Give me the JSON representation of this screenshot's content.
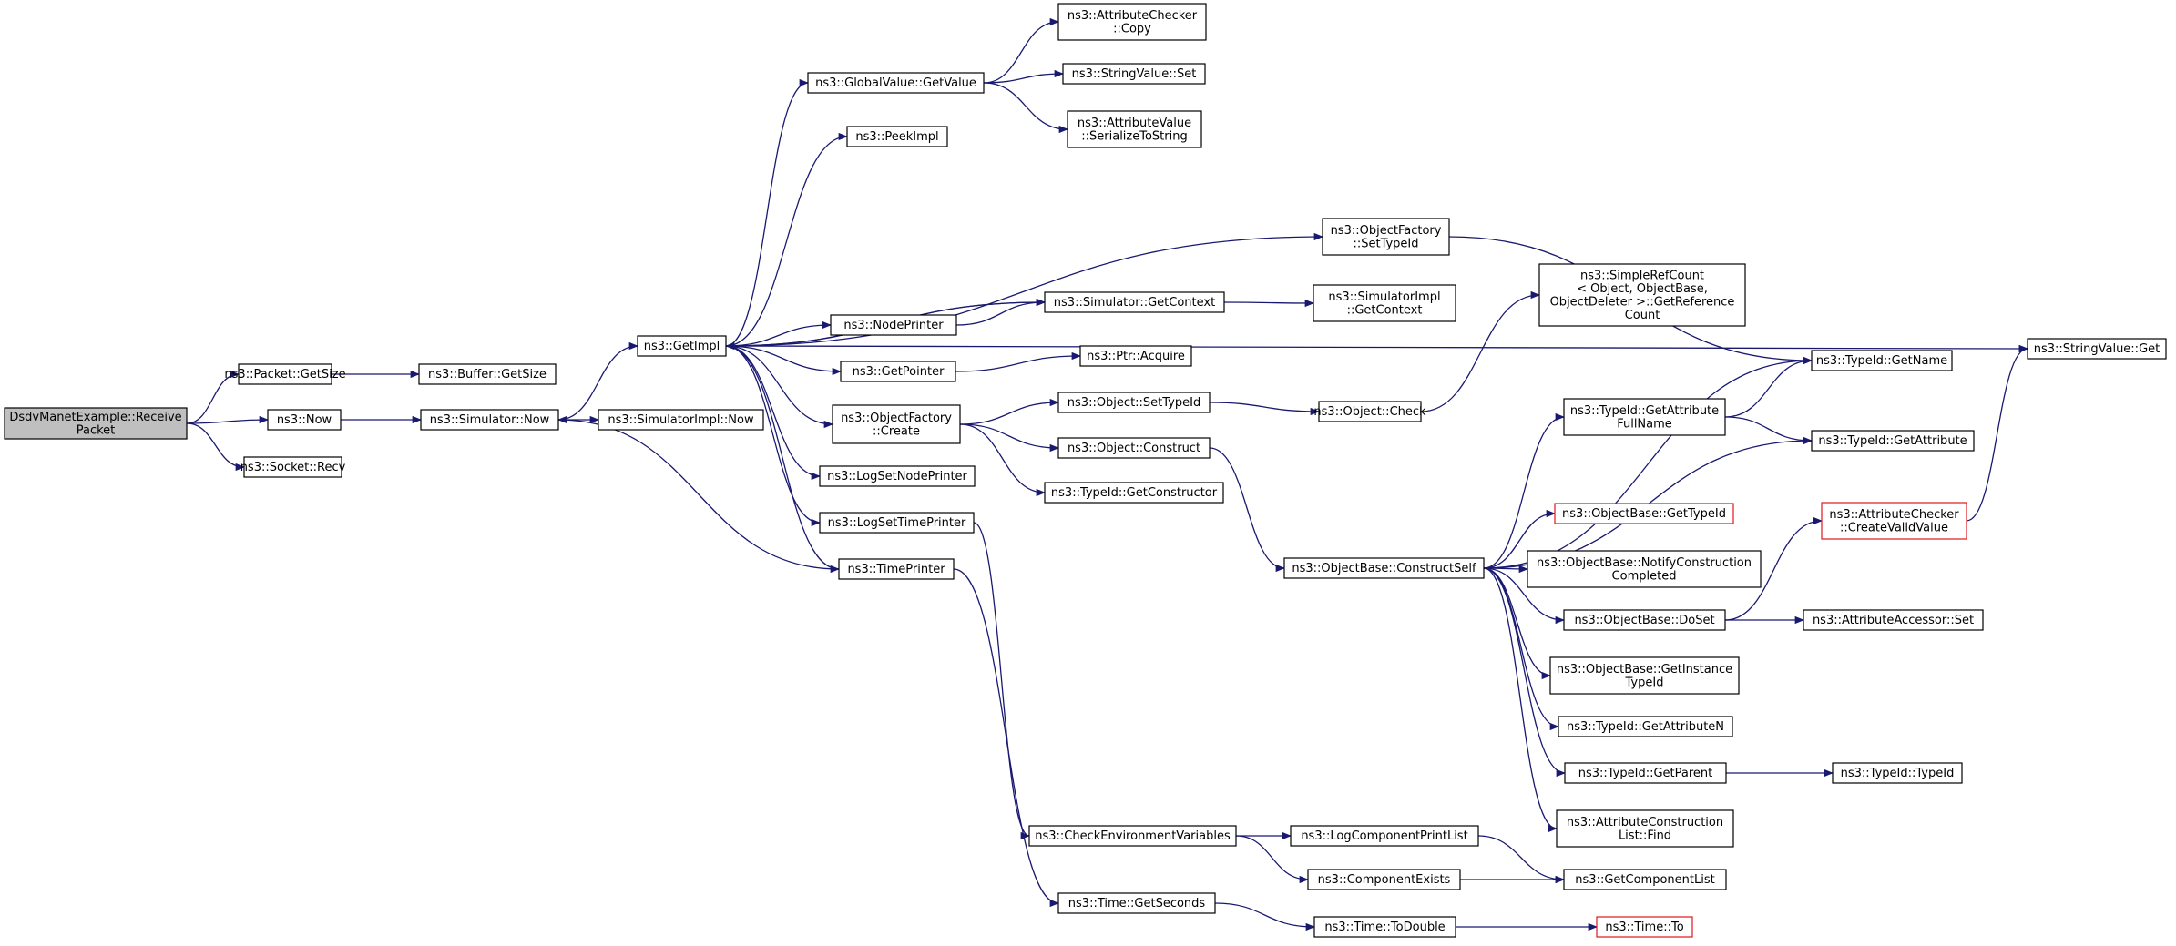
{
  "colors": {
    "edge": "#191970",
    "node_border": "#000000",
    "root_fill": "#bfbfbf",
    "truncated_border": "#e0161c"
  },
  "nodes": [
    {
      "id": "root",
      "lines": [
        "DsdvManetExample::Receive",
        "Packet"
      ],
      "kind": "root"
    },
    {
      "id": "pkt_getsize",
      "lines": [
        "ns3::Packet::GetSize"
      ]
    },
    {
      "id": "buf_getsize",
      "lines": [
        "ns3::Buffer::GetSize"
      ]
    },
    {
      "id": "now",
      "lines": [
        "ns3::Now"
      ]
    },
    {
      "id": "sim_now",
      "lines": [
        "ns3::Simulator::Now"
      ]
    },
    {
      "id": "simimpl_now",
      "lines": [
        "ns3::SimulatorImpl::Now"
      ]
    },
    {
      "id": "sock_recv",
      "lines": [
        "ns3::Socket::Recv"
      ]
    },
    {
      "id": "getimpl",
      "lines": [
        "ns3::GetImpl"
      ]
    },
    {
      "id": "gv_getvalue",
      "lines": [
        "ns3::GlobalValue::GetValue"
      ]
    },
    {
      "id": "ac_copy",
      "lines": [
        "ns3::AttributeChecker",
        "::Copy"
      ]
    },
    {
      "id": "sv_set",
      "lines": [
        "ns3::StringValue::Set"
      ]
    },
    {
      "id": "av_ser",
      "lines": [
        "ns3::AttributeValue",
        "::SerializeToString"
      ]
    },
    {
      "id": "peekimpl",
      "lines": [
        "ns3::PeekImpl"
      ]
    },
    {
      "id": "of_settypeid",
      "lines": [
        "ns3::ObjectFactory",
        "::SetTypeId"
      ]
    },
    {
      "id": "sim_getctx",
      "lines": [
        "ns3::Simulator::GetContext"
      ]
    },
    {
      "id": "simimpl_getctx",
      "lines": [
        "ns3::SimulatorImpl",
        "::GetContext"
      ]
    },
    {
      "id": "nodeprinter",
      "lines": [
        "ns3::NodePrinter"
      ]
    },
    {
      "id": "getpointer",
      "lines": [
        "ns3::GetPointer"
      ]
    },
    {
      "id": "ptr_acquire",
      "lines": [
        "ns3::Ptr::Acquire"
      ]
    },
    {
      "id": "of_create",
      "lines": [
        "ns3::ObjectFactory",
        "::Create"
      ]
    },
    {
      "id": "obj_settypeid",
      "lines": [
        "ns3::Object::SetTypeId"
      ]
    },
    {
      "id": "obj_construct",
      "lines": [
        "ns3::Object::Construct"
      ]
    },
    {
      "id": "tid_getctor",
      "lines": [
        "ns3::TypeId::GetConstructor"
      ]
    },
    {
      "id": "logsetnode",
      "lines": [
        "ns3::LogSetNodePrinter"
      ]
    },
    {
      "id": "logsettime",
      "lines": [
        "ns3::LogSetTimePrinter"
      ]
    },
    {
      "id": "timeprinter",
      "lines": [
        "ns3::TimePrinter"
      ]
    },
    {
      "id": "obj_check",
      "lines": [
        "ns3::Object::Check"
      ]
    },
    {
      "id": "srefcount",
      "lines": [
        "ns3::SimpleRefCount",
        "< Object, ObjectBase,",
        "ObjectDeleter >::GetReference",
        "Count"
      ]
    },
    {
      "id": "ob_constructself",
      "lines": [
        "ns3::ObjectBase::ConstructSelf"
      ]
    },
    {
      "id": "tid_getname",
      "lines": [
        "ns3::TypeId::GetName"
      ]
    },
    {
      "id": "tid_getattrfull",
      "lines": [
        "ns3::TypeId::GetAttribute",
        "FullName"
      ]
    },
    {
      "id": "tid_getattr",
      "lines": [
        "ns3::TypeId::GetAttribute"
      ]
    },
    {
      "id": "ob_gettypeid",
      "lines": [
        "ns3::ObjectBase::GetTypeId"
      ],
      "kind": "red"
    },
    {
      "id": "ob_notify",
      "lines": [
        "ns3::ObjectBase::NotifyConstruction",
        "Completed"
      ]
    },
    {
      "id": "ob_doset",
      "lines": [
        "ns3::ObjectBase::DoSet"
      ]
    },
    {
      "id": "ob_getinst",
      "lines": [
        "ns3::ObjectBase::GetInstance",
        "TypeId"
      ]
    },
    {
      "id": "tid_getattrn",
      "lines": [
        "ns3::TypeId::GetAttributeN"
      ]
    },
    {
      "id": "tid_getparent",
      "lines": [
        "ns3::TypeId::GetParent"
      ]
    },
    {
      "id": "acl_find",
      "lines": [
        "ns3::AttributeConstruction",
        "List::Find"
      ]
    },
    {
      "id": "sv_get",
      "lines": [
        "ns3::StringValue::Get"
      ]
    },
    {
      "id": "ac_createvalid",
      "lines": [
        "ns3::AttributeChecker",
        "::CreateValidValue"
      ],
      "kind": "red"
    },
    {
      "id": "aa_set",
      "lines": [
        "ns3::AttributeAccessor::Set"
      ]
    },
    {
      "id": "tid_typeid",
      "lines": [
        "ns3::TypeId::TypeId"
      ]
    },
    {
      "id": "checkenv",
      "lines": [
        "ns3::CheckEnvironmentVariables"
      ]
    },
    {
      "id": "logcomplist",
      "lines": [
        "ns3::LogComponentPrintList"
      ]
    },
    {
      "id": "compexists",
      "lines": [
        "ns3::ComponentExists"
      ]
    },
    {
      "id": "getcomplist",
      "lines": [
        "ns3::GetComponentList"
      ]
    },
    {
      "id": "time_getsec",
      "lines": [
        "ns3::Time::GetSeconds"
      ]
    },
    {
      "id": "time_todouble",
      "lines": [
        "ns3::Time::ToDouble"
      ]
    },
    {
      "id": "time_to",
      "lines": [
        "ns3::Time::To"
      ],
      "kind": "red"
    }
  ],
  "edges": [
    [
      "root",
      "pkt_getsize"
    ],
    [
      "root",
      "now"
    ],
    [
      "root",
      "sock_recv"
    ],
    [
      "pkt_getsize",
      "buf_getsize"
    ],
    [
      "now",
      "sim_now"
    ],
    [
      "sim_now",
      "getimpl"
    ],
    [
      "sim_now",
      "simimpl_now"
    ],
    [
      "getimpl",
      "gv_getvalue"
    ],
    [
      "getimpl",
      "peekimpl"
    ],
    [
      "getimpl",
      "sv_get"
    ],
    [
      "getimpl",
      "of_settypeid"
    ],
    [
      "getimpl",
      "sim_getctx"
    ],
    [
      "getimpl",
      "nodeprinter"
    ],
    [
      "getimpl",
      "getpointer"
    ],
    [
      "getimpl",
      "of_create"
    ],
    [
      "getimpl",
      "logsetnode"
    ],
    [
      "getimpl",
      "logsettime"
    ],
    [
      "getimpl",
      "timeprinter"
    ],
    [
      "gv_getvalue",
      "ac_copy"
    ],
    [
      "gv_getvalue",
      "sv_set"
    ],
    [
      "gv_getvalue",
      "av_ser"
    ],
    [
      "of_settypeid",
      "tid_getname"
    ],
    [
      "sim_getctx",
      "getimpl"
    ],
    [
      "sim_getctx",
      "simimpl_getctx"
    ],
    [
      "nodeprinter",
      "sim_getctx"
    ],
    [
      "getpointer",
      "ptr_acquire"
    ],
    [
      "of_create",
      "obj_settypeid"
    ],
    [
      "of_create",
      "obj_construct"
    ],
    [
      "of_create",
      "tid_getctor"
    ],
    [
      "obj_settypeid",
      "obj_check"
    ],
    [
      "obj_check",
      "srefcount"
    ],
    [
      "obj_construct",
      "ob_constructself"
    ],
    [
      "logsettime",
      "checkenv"
    ],
    [
      "timeprinter",
      "sim_now"
    ],
    [
      "timeprinter",
      "time_getsec"
    ],
    [
      "ob_constructself",
      "tid_getname"
    ],
    [
      "ob_constructself",
      "tid_getattrfull"
    ],
    [
      "ob_constructself",
      "tid_getattr"
    ],
    [
      "ob_constructself",
      "ob_gettypeid"
    ],
    [
      "ob_constructself",
      "ob_notify"
    ],
    [
      "ob_constructself",
      "ob_doset"
    ],
    [
      "ob_constructself",
      "ob_getinst"
    ],
    [
      "ob_constructself",
      "tid_getattrn"
    ],
    [
      "ob_constructself",
      "tid_getparent"
    ],
    [
      "ob_constructself",
      "acl_find"
    ],
    [
      "tid_getattrfull",
      "tid_getname"
    ],
    [
      "tid_getattrfull",
      "tid_getattr"
    ],
    [
      "ob_doset",
      "ac_createvalid"
    ],
    [
      "ob_doset",
      "aa_set"
    ],
    [
      "ac_createvalid",
      "sv_get"
    ],
    [
      "tid_getparent",
      "tid_typeid"
    ],
    [
      "checkenv",
      "logcomplist"
    ],
    [
      "checkenv",
      "compexists"
    ],
    [
      "logcomplist",
      "getcomplist"
    ],
    [
      "compexists",
      "getcomplist"
    ],
    [
      "time_getsec",
      "time_todouble"
    ],
    [
      "time_todouble",
      "time_to"
    ]
  ]
}
